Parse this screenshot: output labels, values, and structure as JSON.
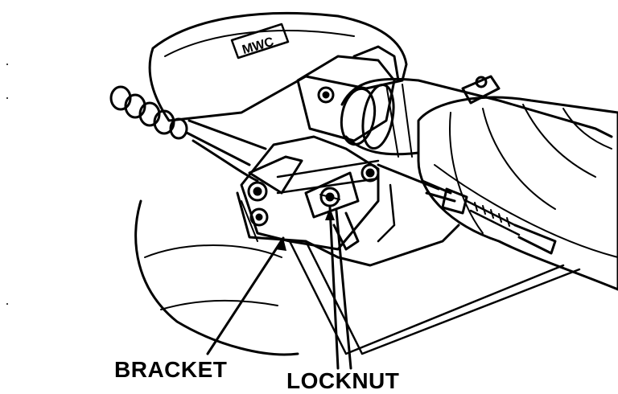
{
  "labels": {
    "bracket": "BRACKET",
    "locknut": "LOCKNUT"
  },
  "housing_logo": "MWC",
  "colors": {
    "ink": "#000000",
    "paper": "#ffffff"
  }
}
